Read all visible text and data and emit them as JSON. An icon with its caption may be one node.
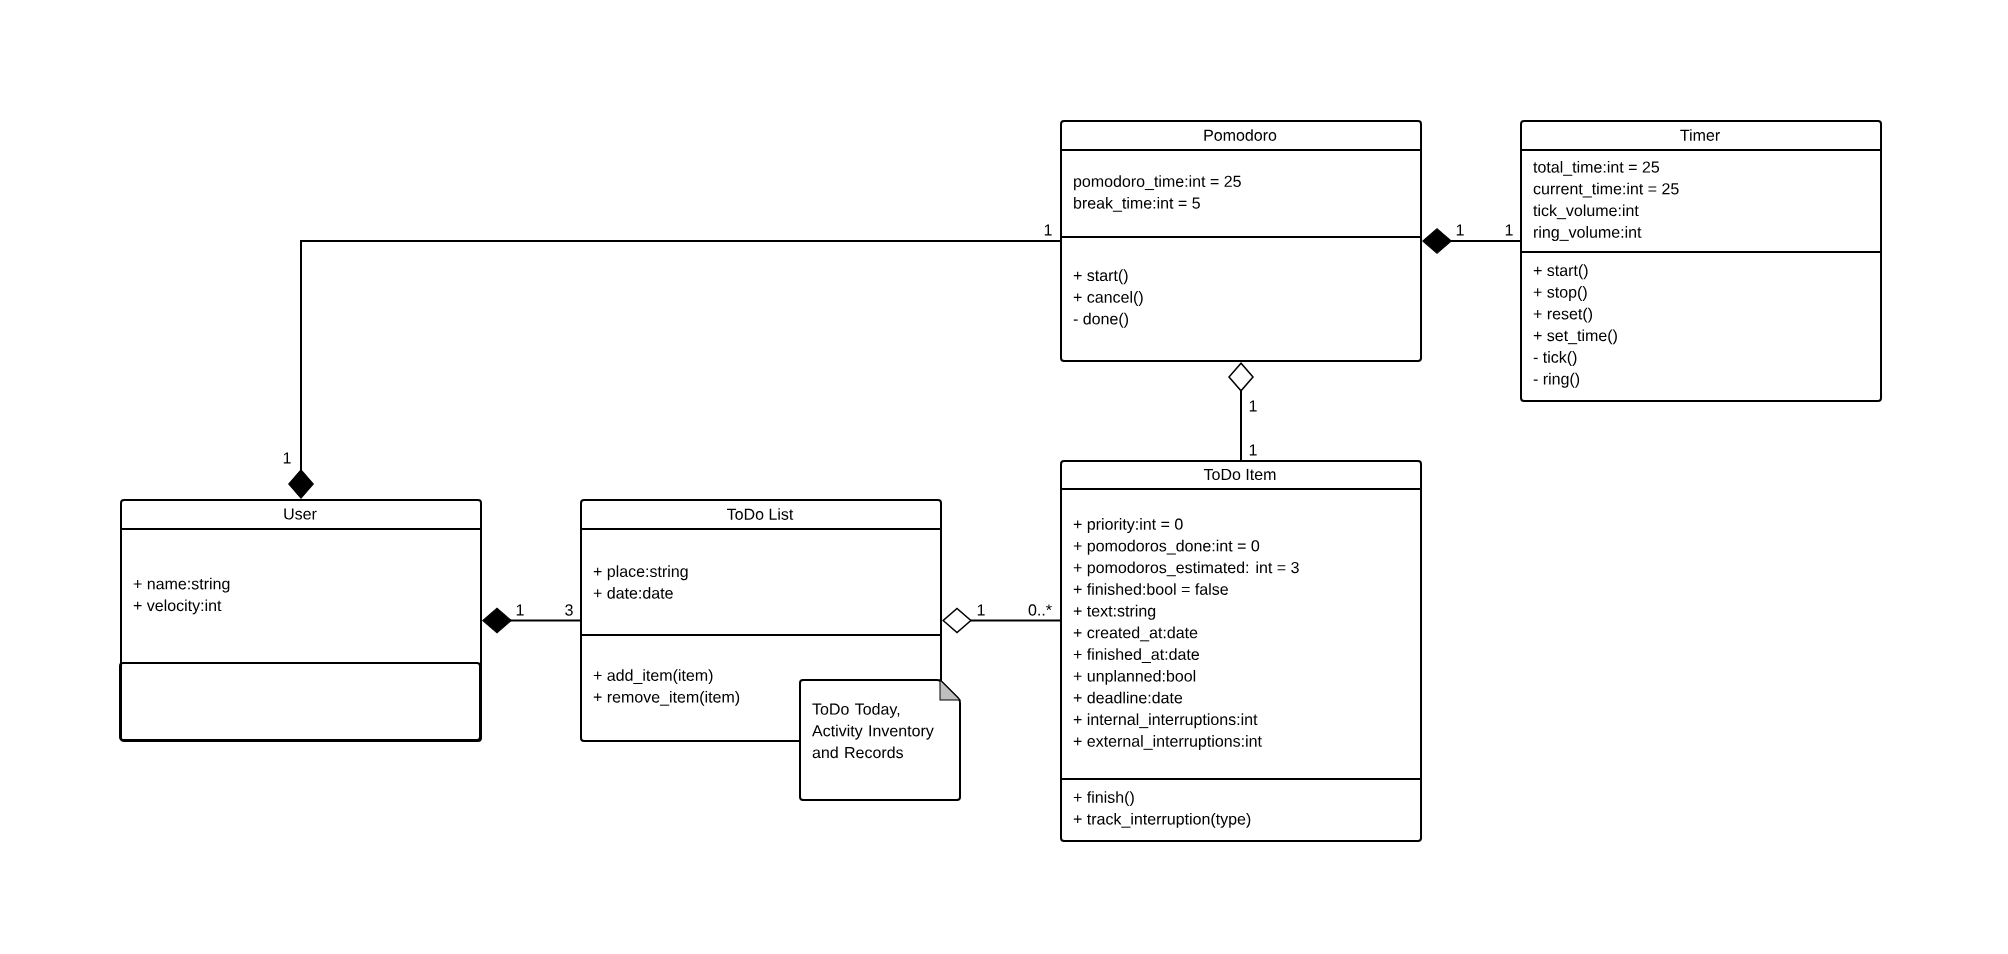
{
  "diagram": {
    "nodes": [
      {
        "text": [
          "Pomodoro"
        ]
      },
      {
        "text": [
          "pomodoro_time:int = 25",
          "break_time:int = 5"
        ],
        "in": 0
      },
      {
        "text": [
          "+ start()",
          "+ cancel()",
          "- done()"
        ],
        "in": 0
      },
      {
        "text": [
          "Timer"
        ]
      },
      {
        "text": [
          "total_time:int = 25",
          "current_time:int = 25",
          "tick_volume:int",
          "ring_volume:int"
        ],
        "in": 3
      },
      {
        "text": [
          "+ start()",
          "+ stop()",
          "+ reset()",
          "+ set_time()",
          "- tick()",
          "- ring()"
        ],
        "in": 3
      },
      {
        "text": [
          "ToDo Item"
        ]
      },
      {
        "text": [
          "+ priority:int = 0",
          "+ pomodoros_done:int = 0",
          "+ pomodoros_estimated: int = 3",
          "+ finished:bool = false",
          "+ text:string",
          "+ created_at:date",
          "+ finished_at:date",
          "+ unplanned:bool",
          "+ deadline:date",
          "+ internal_interruptions:int",
          "+ external_interruptions:int"
        ],
        "in": 6
      },
      {
        "text": [
          "+ finish()",
          "+ track_interruption(type)"
        ],
        "in": 6
      },
      {
        "text": [
          "User"
        ]
      },
      {
        "text": [
          "+ name:string",
          "+ velocity:int"
        ],
        "in": 9
      },
      {
        "text": [],
        "shape": "box",
        "in": 9
      },
      {
        "text": [
          "ToDo List"
        ]
      },
      {
        "text": [
          "+ place:string",
          "+ date:date"
        ],
        "in": 12
      },
      {
        "text": [
          "+ add_item(item)",
          "+ remove_item(item)"
        ],
        "in": 12
      },
      {
        "text": [
          "ToDo Today, Activity Inventory and Records"
        ]
      }
    ],
    "edges": [
      {
        "from": 9,
        "to": 0,
        "arrow": "other"
      },
      {
        "from": 0,
        "to": 3,
        "arrow": "other"
      },
      {
        "from": 0,
        "to": 6,
        "arrow": "other"
      },
      {
        "from": 9,
        "to": 12,
        "arrow": "other"
      },
      {
        "from": 12,
        "to": 6,
        "arrow": "other"
      }
    ],
    "labels": [
      "1",
      "1",
      "1",
      "1",
      "1",
      "1",
      "1",
      "3",
      "1",
      "0..*"
    ]
  }
}
